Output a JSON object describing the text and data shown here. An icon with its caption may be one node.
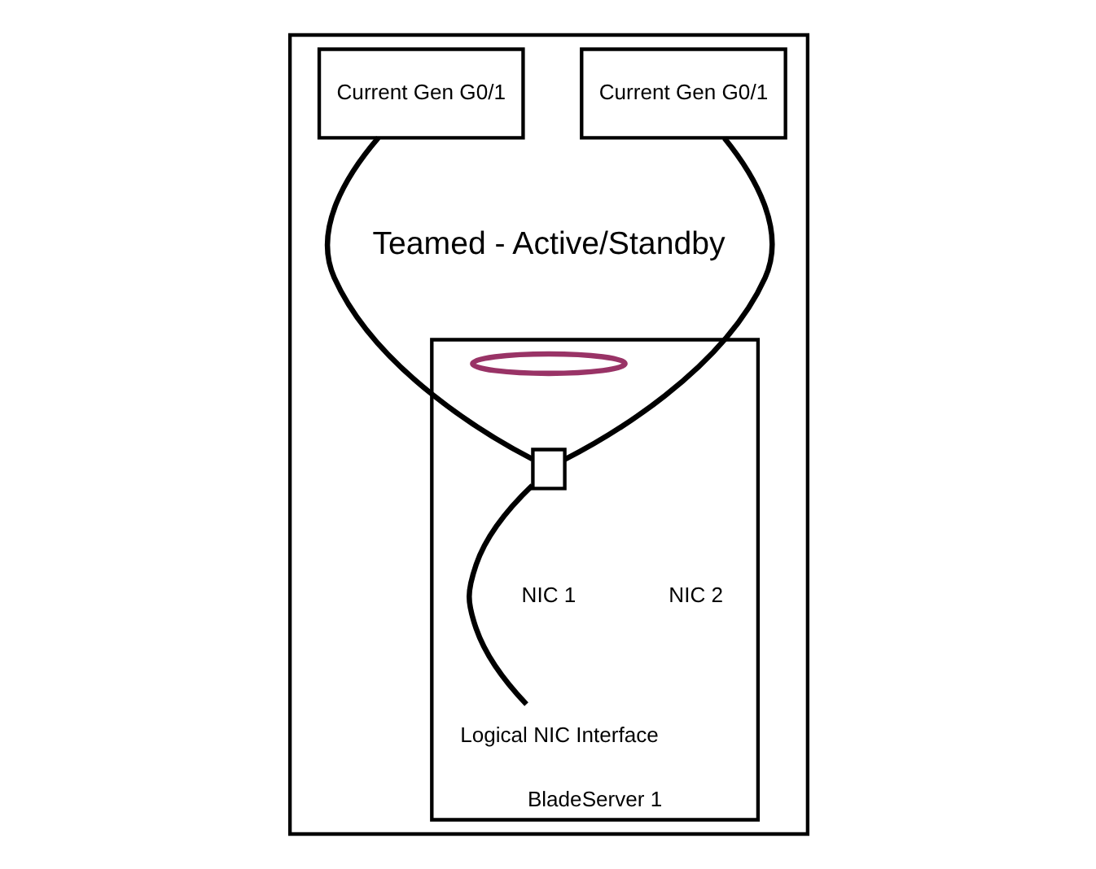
{
  "diagram": {
    "nodes": [
      {
        "text": [],
        "shape": "box"
      },
      {
        "text": [
          "Current Gen G0/1"
        ],
        "in": 0
      },
      {
        "text": [
          "Current Gen G0/1"
        ],
        "in": 0
      },
      {
        "text": [
          "BladeServer 1"
        ],
        "in": 0
      },
      {
        "text": [],
        "shape": "ellipse",
        "in": 3
      },
      {
        "text": [],
        "shape": "box",
        "in": 3
      },
      {
        "text": [
          "Logical NIC Interface"
        ],
        "in": 3
      }
    ],
    "edges": [
      {
        "from": 1,
        "to": 5,
        "arrow": "none"
      },
      {
        "from": 2,
        "to": 5,
        "arrow": "none"
      },
      {
        "from": 5,
        "to": 6,
        "arrow": "none"
      }
    ],
    "labels": [
      "Teamed - Active/Standby",
      "NIC 1",
      "NIC 2"
    ]
  }
}
